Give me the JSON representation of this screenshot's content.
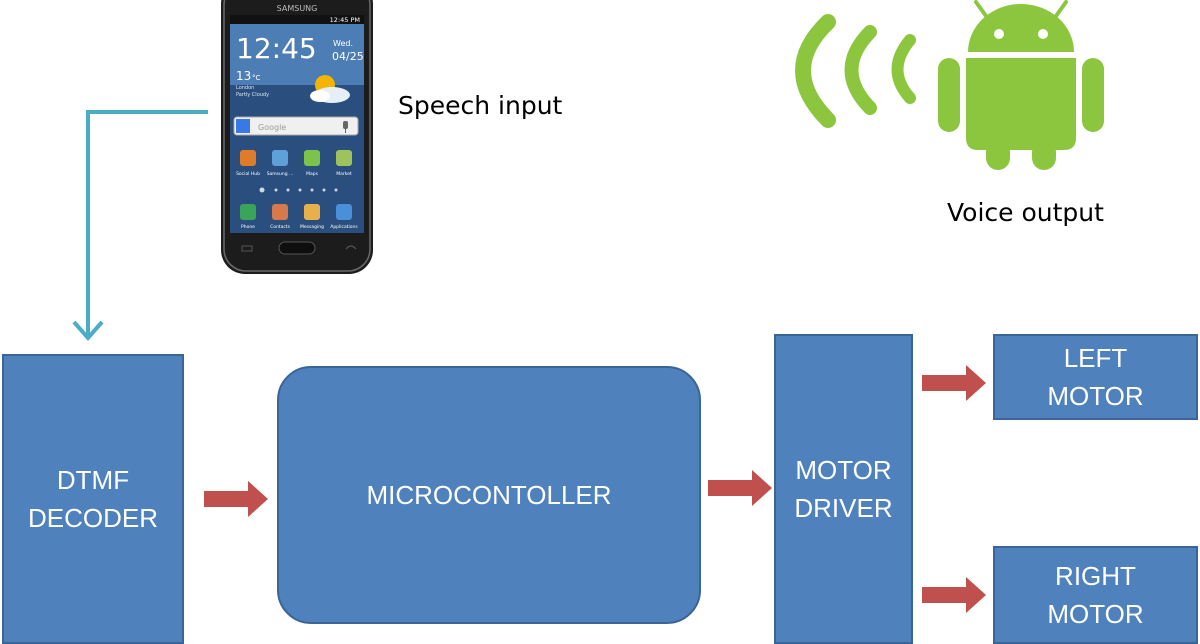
{
  "labels": {
    "speech_input": "Speech input",
    "voice_output": "Voice output"
  },
  "phone": {
    "brand": "SAMSUNG",
    "status_time": "12:45 PM",
    "clock": "12:45",
    "day": "Wed.",
    "date": "04/25",
    "temperature": "13",
    "temp_unit": "°C",
    "weather_city": "London",
    "weather_desc": "Partly Cloudy",
    "search_placeholder": "Google",
    "apps_row1": [
      "Social Hub",
      "Samsung ...",
      "Maps",
      "Market"
    ],
    "apps_row2": [
      "Phone",
      "Contacts",
      "Messaging",
      "Applications"
    ]
  },
  "blocks": {
    "dtmf": [
      "DTMF",
      "DECODER"
    ],
    "micro": [
      "MICROCONTOLLER"
    ],
    "driver": [
      "MOTOR",
      "DRIVER"
    ],
    "left_motor": [
      "LEFT",
      "MOTOR"
    ],
    "right_motor": [
      "RIGHT",
      "MOTOR"
    ]
  },
  "colors": {
    "block_fill": "#4f81bd",
    "block_border": "#3a6596",
    "arrow_red": "#c0504d",
    "connector_teal": "#4bacc6",
    "android_green": "#8cc63f",
    "wave_green": "#8cc63f"
  }
}
